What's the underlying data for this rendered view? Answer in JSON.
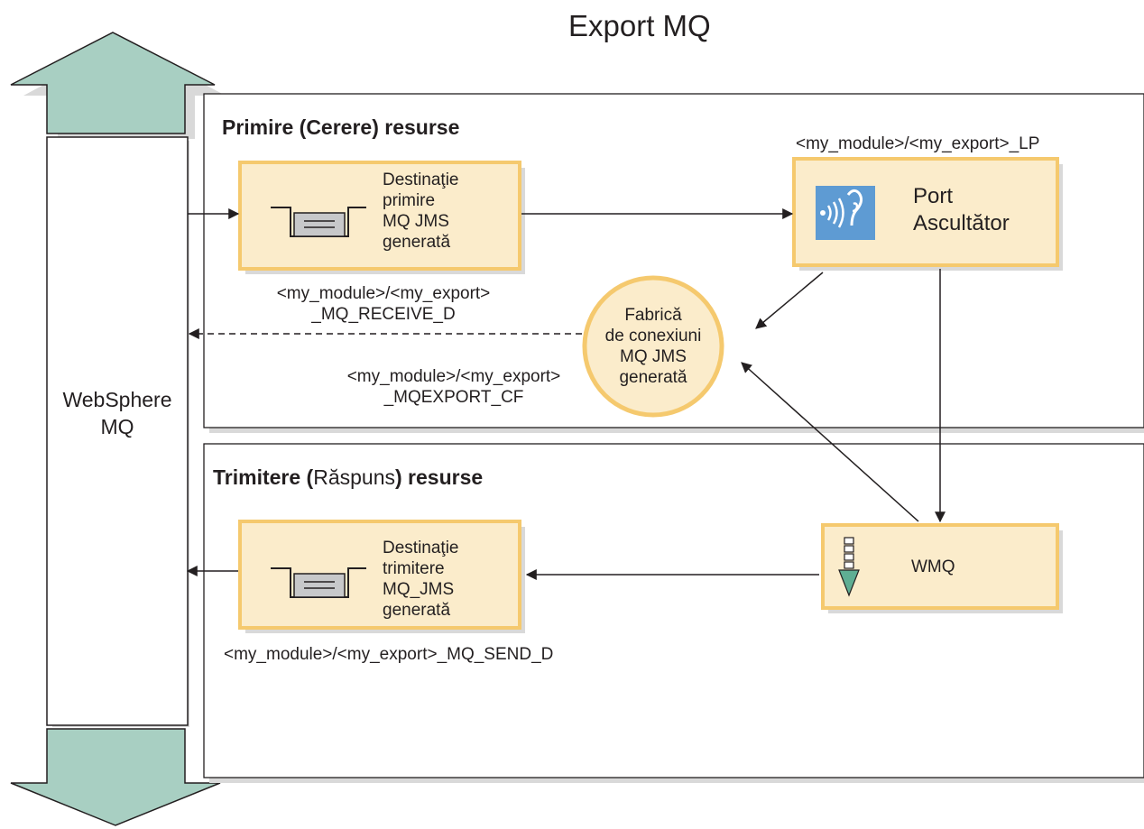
{
  "title": "Export MQ",
  "left_system": {
    "line1": "WebSphere",
    "line2": "MQ"
  },
  "sections": {
    "request": "Primire (Cerere) resurse",
    "response_part1": "Trimitere (",
    "response_part2": "Răspuns",
    "response_part3": ") resurse"
  },
  "receive_destination": {
    "lines": [
      "Destinaţie",
      "primire",
      "MQ JMS",
      "generată"
    ],
    "name_line1": "<my_module>/<my_export>",
    "name_line2": "_MQ_RECEIVE_D"
  },
  "listener_port": {
    "name": "<my_module>/<my_export>_LP",
    "line1": "Port",
    "line2": "Ascultător"
  },
  "connection_factory": {
    "lines": [
      "Fabrică",
      "de conexiuni",
      "MQ JMS",
      "generată"
    ],
    "name_line1": "<my_module>/<my_export>",
    "name_line2": "_MQEXPORT_CF"
  },
  "send_destination": {
    "lines": [
      "Destinaţie",
      "trimitere",
      "MQ_JMS",
      "generată"
    ],
    "name": "<my_module>/<my_export>_MQ_SEND_D"
  },
  "wmq": {
    "label": "WMQ"
  },
  "colors": {
    "box_fill": "#fbeccb",
    "box_border": "#f5c96e",
    "arrow_fill": "#a8cfc2",
    "ear_blue": "#5e9bd3",
    "queue_green": "#5fae93",
    "shadow": "#c9c9c9"
  }
}
